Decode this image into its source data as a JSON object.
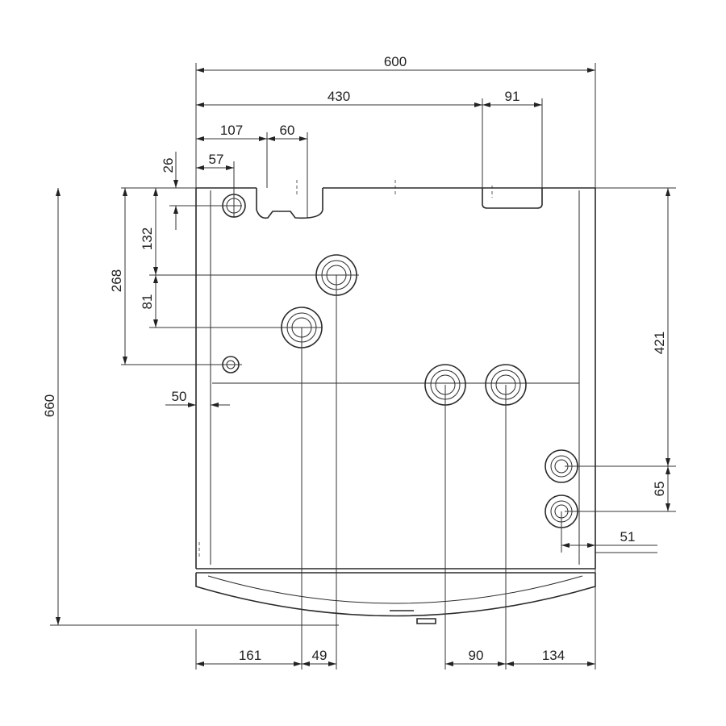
{
  "title": "Boiler installation dimensions (mm)",
  "dimensions": {
    "overall_width": "600",
    "flue_offset": "430",
    "flue_width": "91",
    "gas_offset": "107",
    "gas_width": "60",
    "left_conn_offset": "57",
    "left_conn_depth": "26",
    "upper_conn_depth": "132",
    "conn_spacing_vertical": "81",
    "small_conn_depth": "268",
    "overall_height": "660",
    "side_offset_left": "50",
    "right_conn_depth": "421",
    "right_conn_spacing": "65",
    "side_offset_right": "51",
    "bottom_left": "161",
    "bottom_spacing_left": "49",
    "bottom_spacing_right": "90",
    "bottom_right": "134"
  }
}
